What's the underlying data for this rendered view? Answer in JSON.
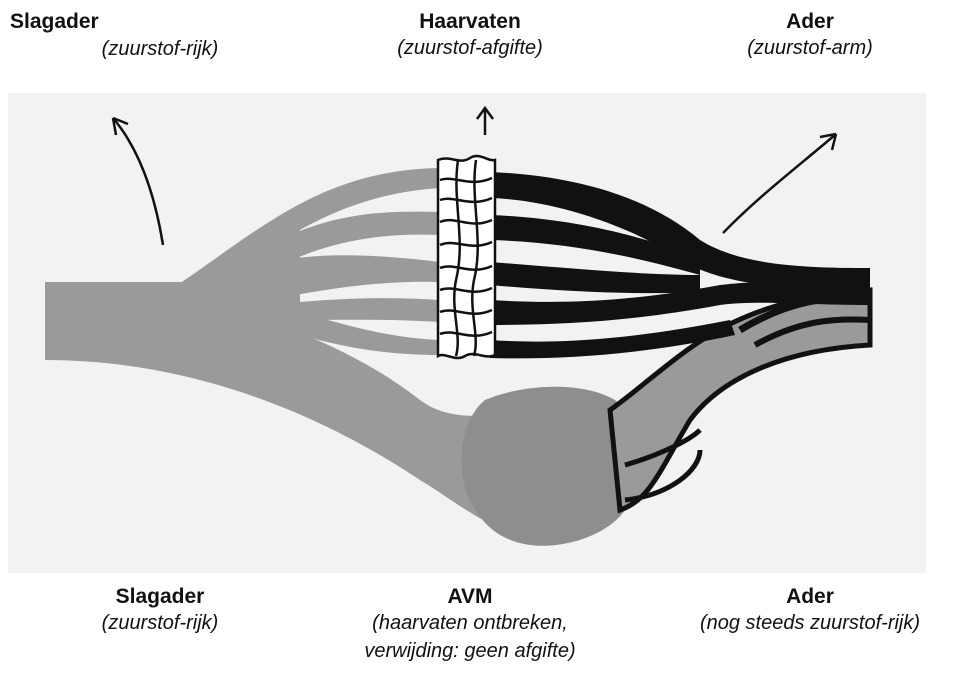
{
  "top": {
    "left": {
      "title": "Slagader",
      "subtitle": "(zuurstof-rijk)"
    },
    "center": {
      "title": "Haarvaten",
      "subtitle": "(zuurstof-afgifte)"
    },
    "right": {
      "title": "Ader",
      "subtitle": "(zuurstof-arm)"
    }
  },
  "bottom": {
    "left": {
      "title": "Slagader",
      "subtitle": "(zuurstof-rijk)"
    },
    "center": {
      "title": "AVM",
      "subtitle_line1": "(haarvaten ontbreken,",
      "subtitle_line2": "verwijding: geen afgifte)"
    },
    "right": {
      "title": "Ader",
      "subtitle": "(nog steeds zuurstof-rijk)"
    }
  },
  "colors": {
    "background_panel": "#f2f2f2",
    "artery": "#9a9a9a",
    "vein": "#111111",
    "capillary_fill": "#ffffff"
  }
}
